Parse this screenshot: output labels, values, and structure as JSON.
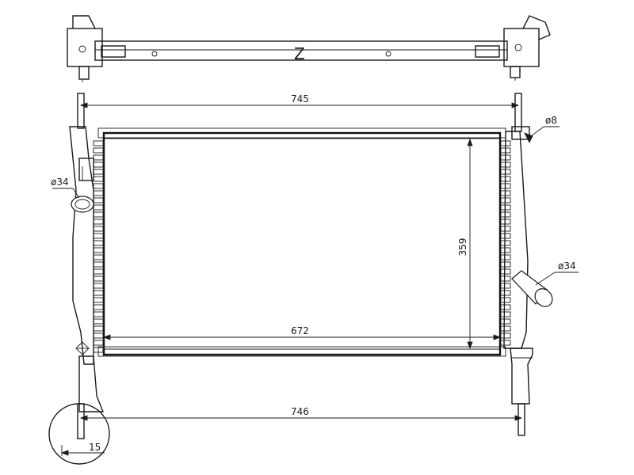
{
  "dimensions": {
    "overall_width_top": "745",
    "overall_width_bottom": "746",
    "core_width": "672",
    "core_height": "359",
    "detail_offset": "15"
  },
  "callouts": {
    "pipe_left": "ø34",
    "pipe_right": "ø34",
    "vent": "ø8"
  },
  "top_view": {
    "section_mark": "Z"
  }
}
